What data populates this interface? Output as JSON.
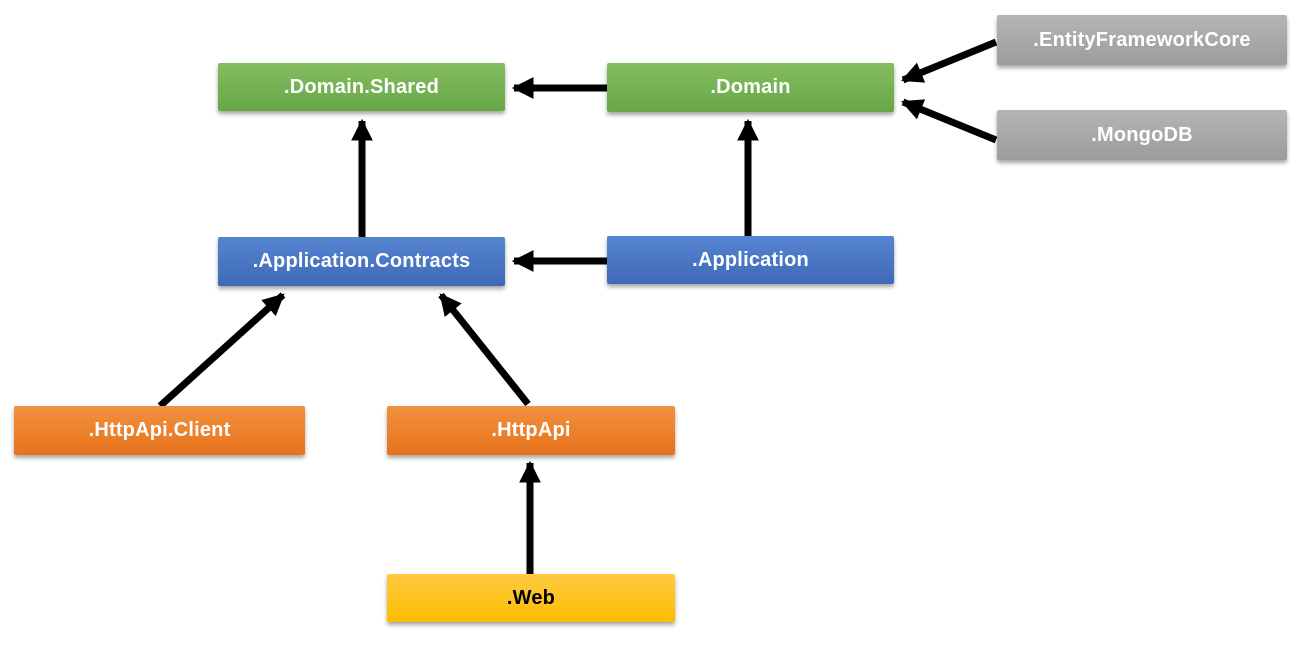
{
  "diagram": {
    "nodes": [
      {
        "id": "domain-shared",
        "label": ".Domain.Shared",
        "color": "#70AD47"
      },
      {
        "id": "domain",
        "label": ".Domain",
        "color": "#70AD47"
      },
      {
        "id": "entity-framework-core",
        "label": ".EntityFrameworkCore",
        "color": "#A5A5A5"
      },
      {
        "id": "mongodb",
        "label": ".MongoDB",
        "color": "#A5A5A5"
      },
      {
        "id": "application-contracts",
        "label": ".Application.Contracts",
        "color": "#4472C4"
      },
      {
        "id": "application",
        "label": ".Application",
        "color": "#4472C4"
      },
      {
        "id": "http-api-client",
        "label": ".HttpApi.Client",
        "color": "#ED7D31"
      },
      {
        "id": "http-api",
        "label": ".HttpApi",
        "color": "#ED7D31"
      },
      {
        "id": "web",
        "label": ".Web",
        "color": "#FFC000"
      }
    ],
    "edges": [
      {
        "from": "domain",
        "to": "domain-shared"
      },
      {
        "from": "entity-framework-core",
        "to": "domain"
      },
      {
        "from": "mongodb",
        "to": "domain"
      },
      {
        "from": "application-contracts",
        "to": "domain-shared"
      },
      {
        "from": "application",
        "to": "domain"
      },
      {
        "from": "application",
        "to": "application-contracts"
      },
      {
        "from": "http-api-client",
        "to": "application-contracts"
      },
      {
        "from": "http-api",
        "to": "application-contracts"
      },
      {
        "from": "web",
        "to": "http-api"
      }
    ],
    "colors": {
      "arrow": "#000000",
      "background": "#FFFFFF",
      "text_light": "#FFFFFF",
      "text_dark": "#000000"
    }
  }
}
